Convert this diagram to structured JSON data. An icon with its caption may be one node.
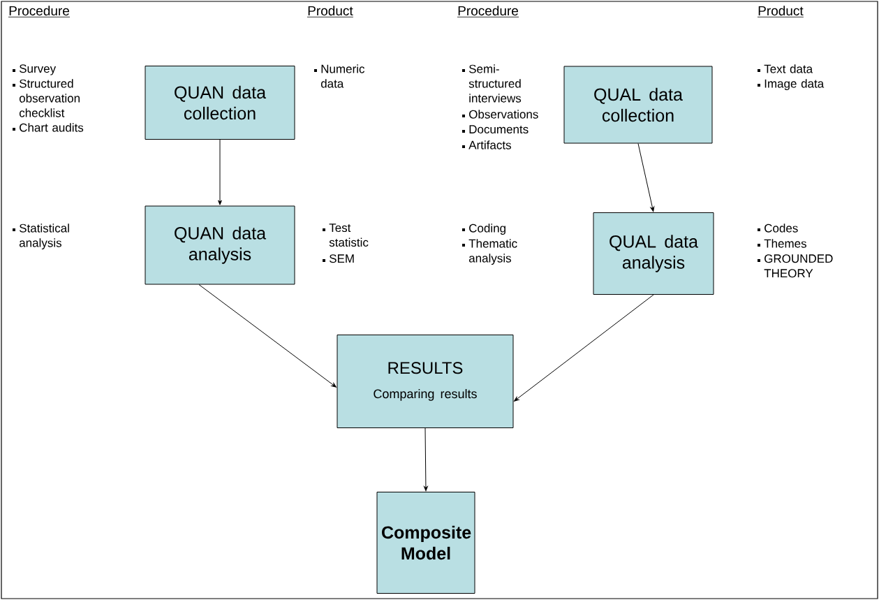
{
  "diagram": {
    "nodes": [
      {
        "text": [
          "QUAN data collection"
        ]
      },
      {
        "text": [
          "QUAN data analysis"
        ]
      },
      {
        "text": [
          "QUAL data collection"
        ]
      },
      {
        "text": [
          "QUAL data analysis"
        ]
      },
      {
        "text": [
          "RESULTS",
          "Comparing results"
        ]
      },
      {
        "text": [
          "Composite Model"
        ]
      }
    ],
    "edges": [
      {
        "from": 0,
        "to": 1,
        "arrow": "to"
      },
      {
        "from": 2,
        "to": 3,
        "arrow": "to"
      },
      {
        "from": 1,
        "to": 4,
        "arrow": "to"
      },
      {
        "from": 3,
        "to": 4,
        "arrow": "to"
      },
      {
        "from": 4,
        "to": 5,
        "arrow": "to"
      }
    ],
    "labels": [
      "Procedure",
      "Product",
      "Procedure",
      "Product",
      "Survey",
      "Structured observation checklist",
      "Chart audits",
      "Numeric data",
      "Semi-structured interviews",
      "Observations",
      "Documents",
      "Artifacts",
      "Text data",
      "Image data",
      "Statistical analysis",
      "Test statistic",
      "SEM",
      "Coding",
      "Thematic analysis",
      "Codes",
      "Themes",
      "GROUNDED THEORY"
    ]
  }
}
